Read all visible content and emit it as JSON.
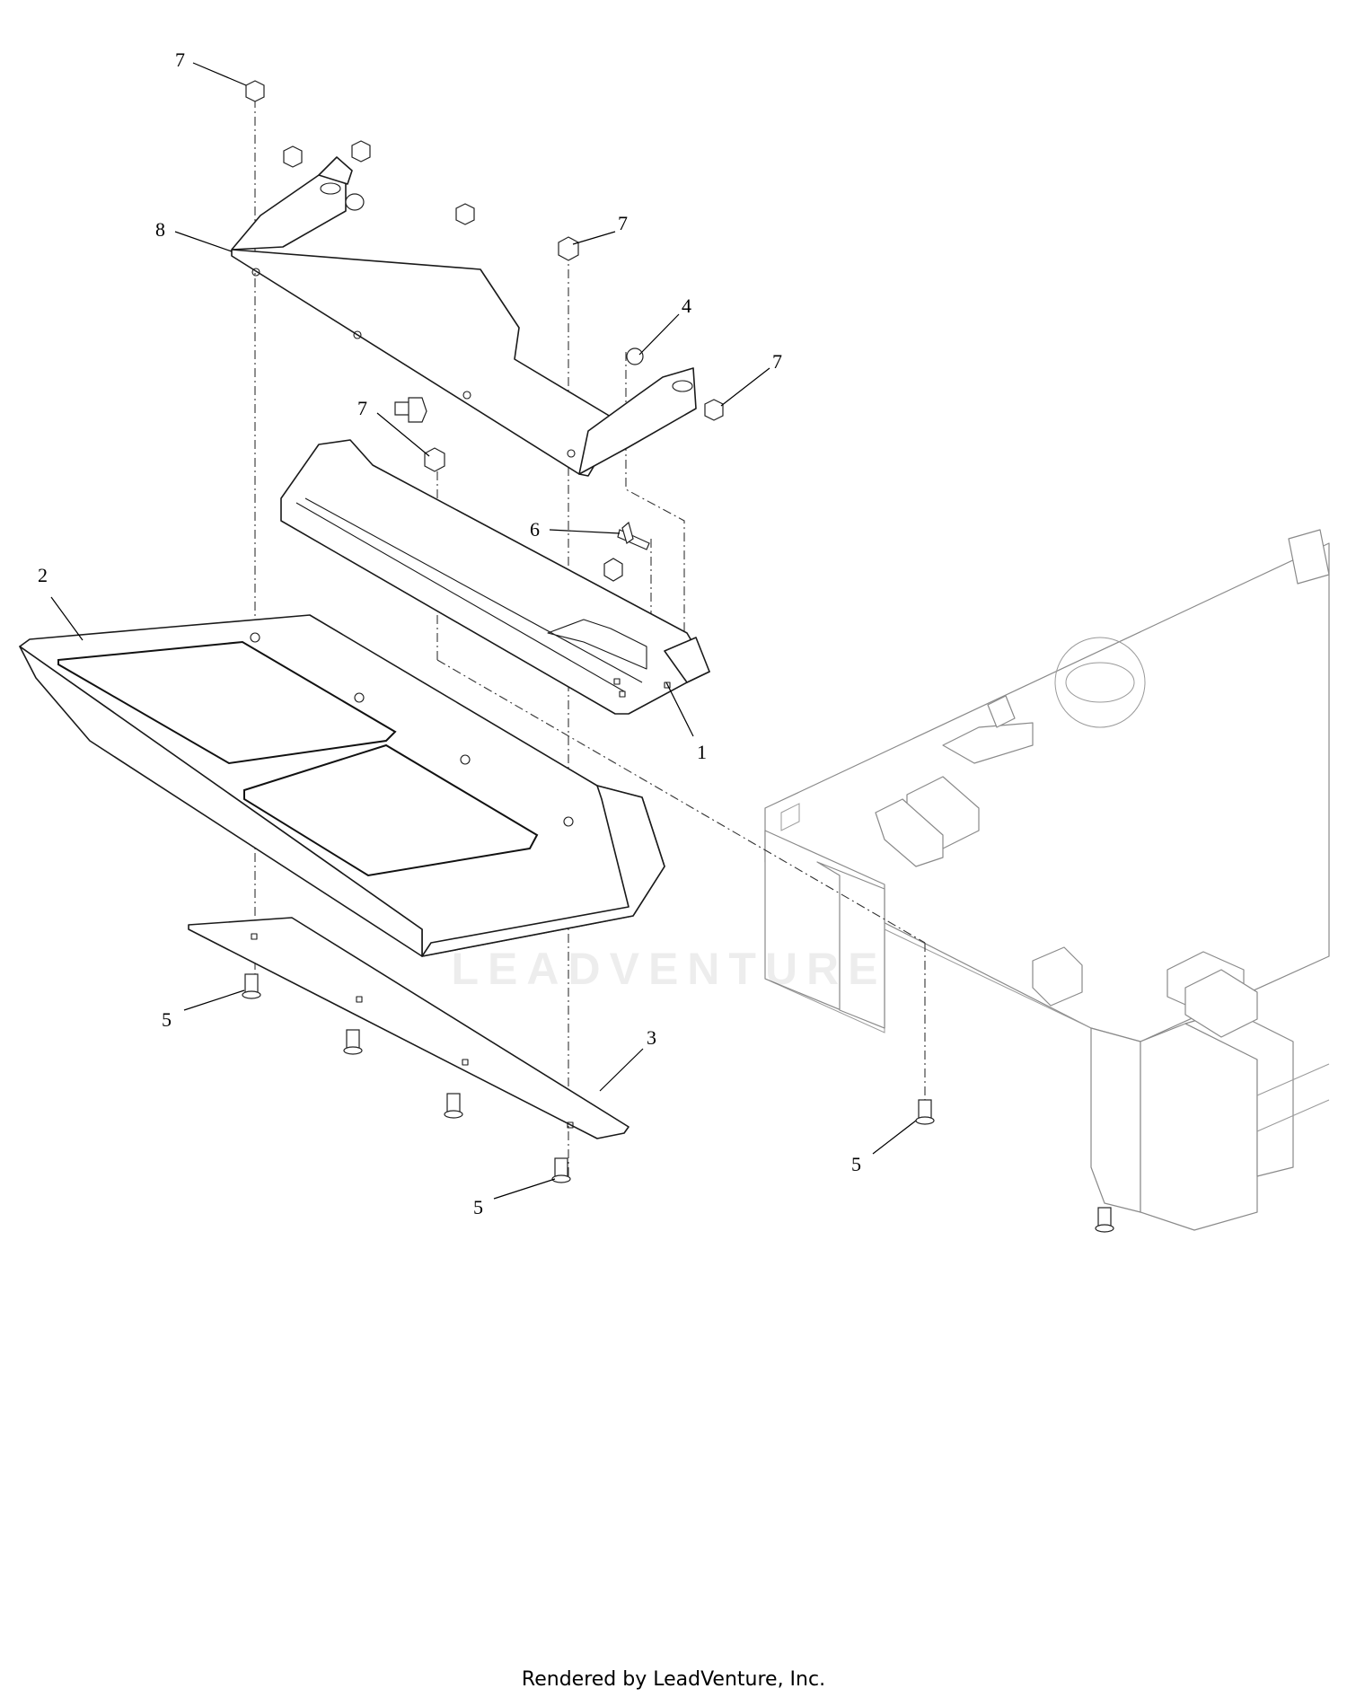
{
  "diagram": {
    "callouts": [
      {
        "id": "c7a",
        "label": "7"
      },
      {
        "id": "c8",
        "label": "8"
      },
      {
        "id": "c7b",
        "label": "7"
      },
      {
        "id": "c4",
        "label": "4"
      },
      {
        "id": "c7c",
        "label": "7"
      },
      {
        "id": "c7d",
        "label": "7"
      },
      {
        "id": "c6",
        "label": "6"
      },
      {
        "id": "c2",
        "label": "2"
      },
      {
        "id": "c1",
        "label": "1"
      },
      {
        "id": "c3",
        "label": "3"
      },
      {
        "id": "c5a",
        "label": "5"
      },
      {
        "id": "c5b",
        "label": "5"
      },
      {
        "id": "c5c",
        "label": "5"
      }
    ],
    "watermark": "LEADVENTURE"
  },
  "footer": {
    "text": "Rendered by LeadVenture, Inc."
  }
}
